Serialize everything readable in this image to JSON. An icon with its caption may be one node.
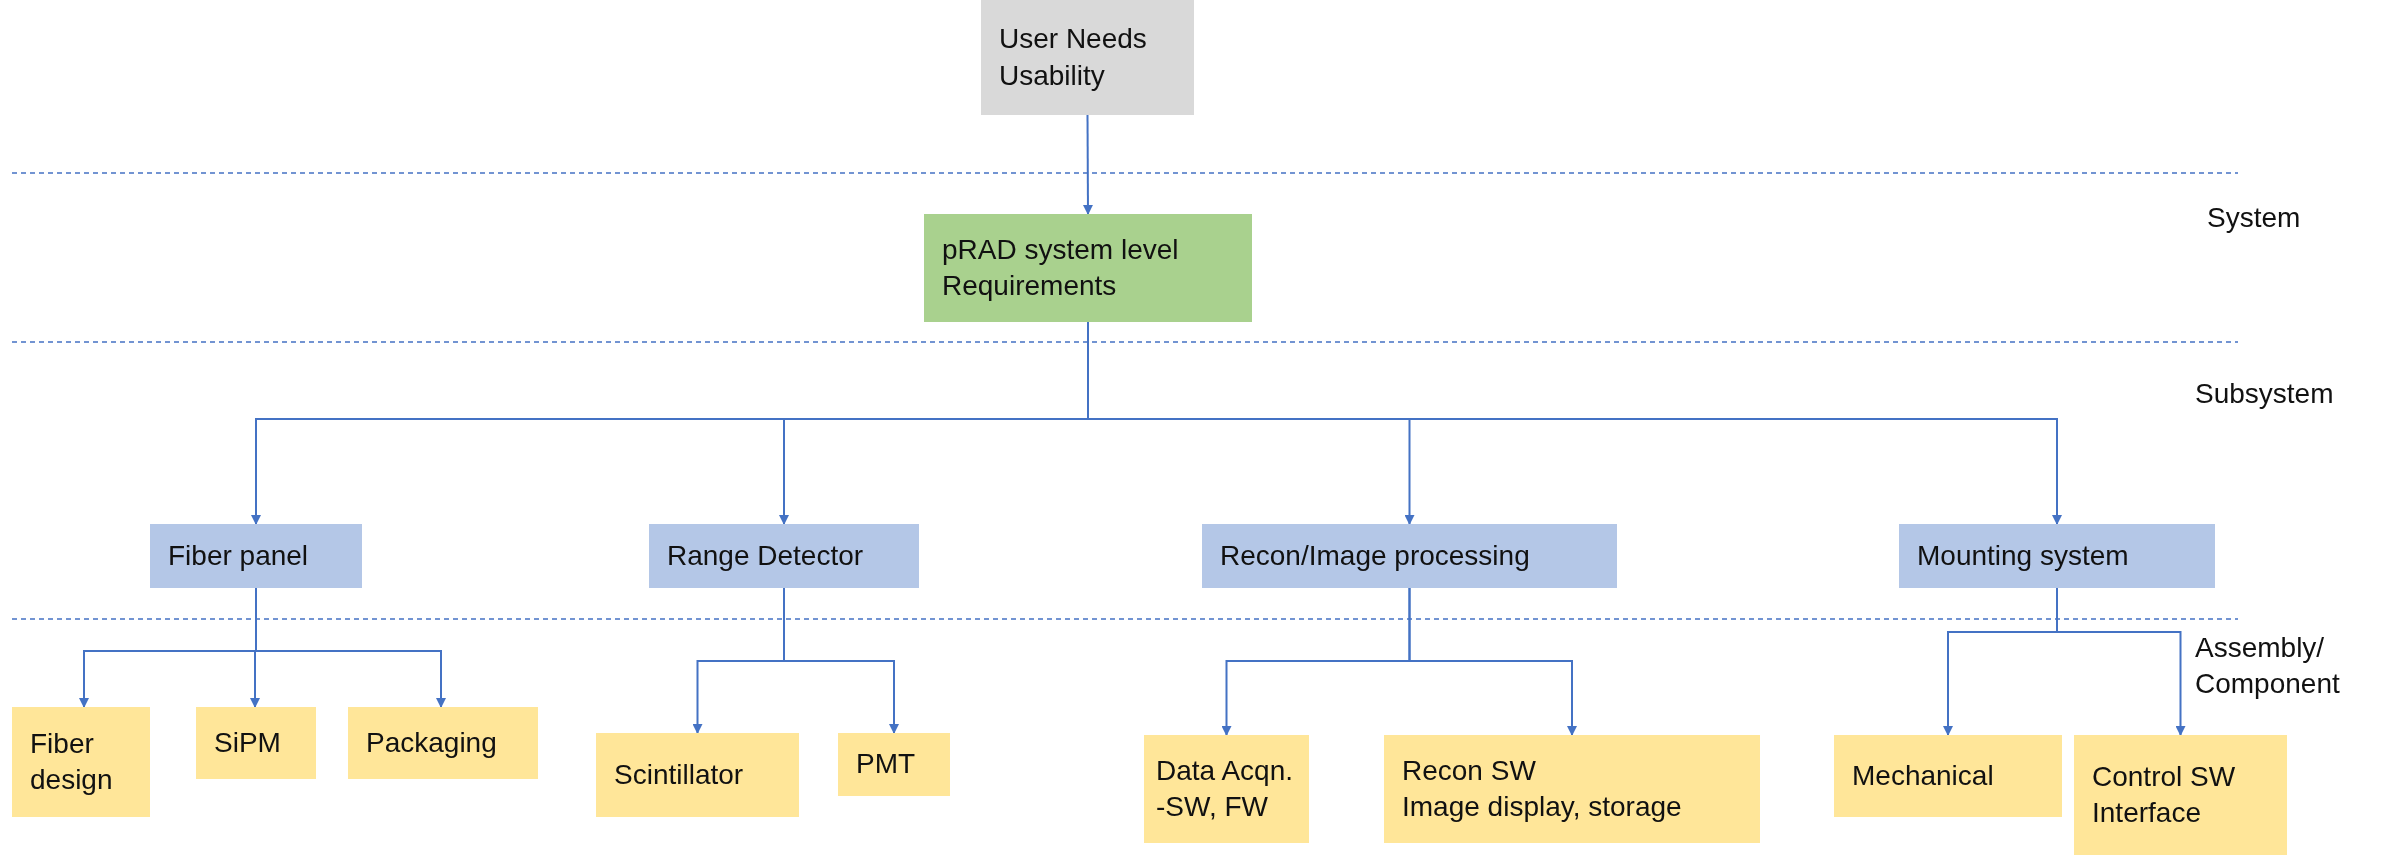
{
  "diagram": {
    "nodes": [
      {
        "text": [
          "User Needs Usability"
        ]
      },
      {
        "text": [
          "pRAD system level Requirements"
        ]
      },
      {
        "text": [
          "Fiber panel"
        ]
      },
      {
        "text": [
          "Range Detector"
        ]
      },
      {
        "text": [
          "Recon/Image processing"
        ]
      },
      {
        "text": [
          "Mounting system"
        ]
      },
      {
        "text": [
          "Fiber design"
        ]
      },
      {
        "text": [
          "SiPM"
        ]
      },
      {
        "text": [
          "Packaging"
        ]
      },
      {
        "text": [
          "Scintillator"
        ]
      },
      {
        "text": [
          "PMT"
        ]
      },
      {
        "text": [
          "Data Acqn. -SW, FW"
        ]
      },
      {
        "text": [
          "Recon SW",
          "Image display, storage"
        ]
      },
      {
        "text": [
          "Mechanical"
        ]
      },
      {
        "text": [
          "Control SW Interface"
        ]
      }
    ],
    "edges": [
      {
        "from": 0,
        "to": 1,
        "arrow": "to"
      },
      {
        "from": 1,
        "to": 2,
        "arrow": "to"
      },
      {
        "from": 1,
        "to": 3,
        "arrow": "to"
      },
      {
        "from": 1,
        "to": 4,
        "arrow": "to"
      },
      {
        "from": 1,
        "to": 5,
        "arrow": "to"
      },
      {
        "from": 2,
        "to": 6,
        "arrow": "to"
      },
      {
        "from": 2,
        "to": 7,
        "arrow": "to"
      },
      {
        "from": 2,
        "to": 8,
        "arrow": "to"
      },
      {
        "from": 3,
        "to": 9,
        "arrow": "to"
      },
      {
        "from": 3,
        "to": 10,
        "arrow": "to"
      },
      {
        "from": 4,
        "to": 11,
        "arrow": "to"
      },
      {
        "from": 4,
        "to": 12,
        "arrow": "to"
      },
      {
        "from": 5,
        "to": 13,
        "arrow": "to"
      },
      {
        "from": 5,
        "to": 14,
        "arrow": "to"
      }
    ],
    "labels": [
      "System",
      "Subsystem",
      "Assembly/ Component"
    ]
  }
}
